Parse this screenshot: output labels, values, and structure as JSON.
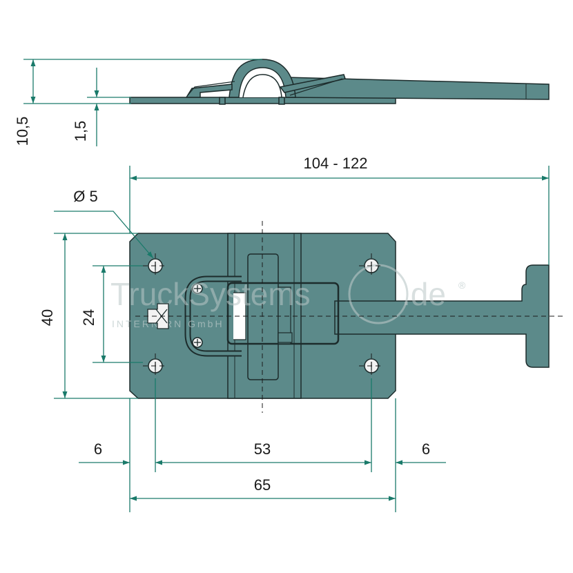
{
  "colors": {
    "part_fill": "#5c8a8a",
    "part_stroke": "#1c2b2b",
    "dim_line": "#1a7a6a",
    "hole_fill": "#f2f2f2"
  },
  "dimensions": {
    "height_total": "10,5",
    "plate_thickness": "1,5",
    "length_range": "104 - 122",
    "hole_diameter": "Ø 5",
    "plate_height": "40",
    "hole_spacing_v": "24",
    "edge_left": "6",
    "hole_spacing_h": "53",
    "edge_right": "6",
    "plate_width": "65"
  },
  "watermark": {
    "brand": "TruckSystems",
    "tld": ".de",
    "mark": "®",
    "subline": "INTERN    RN GmbH"
  }
}
